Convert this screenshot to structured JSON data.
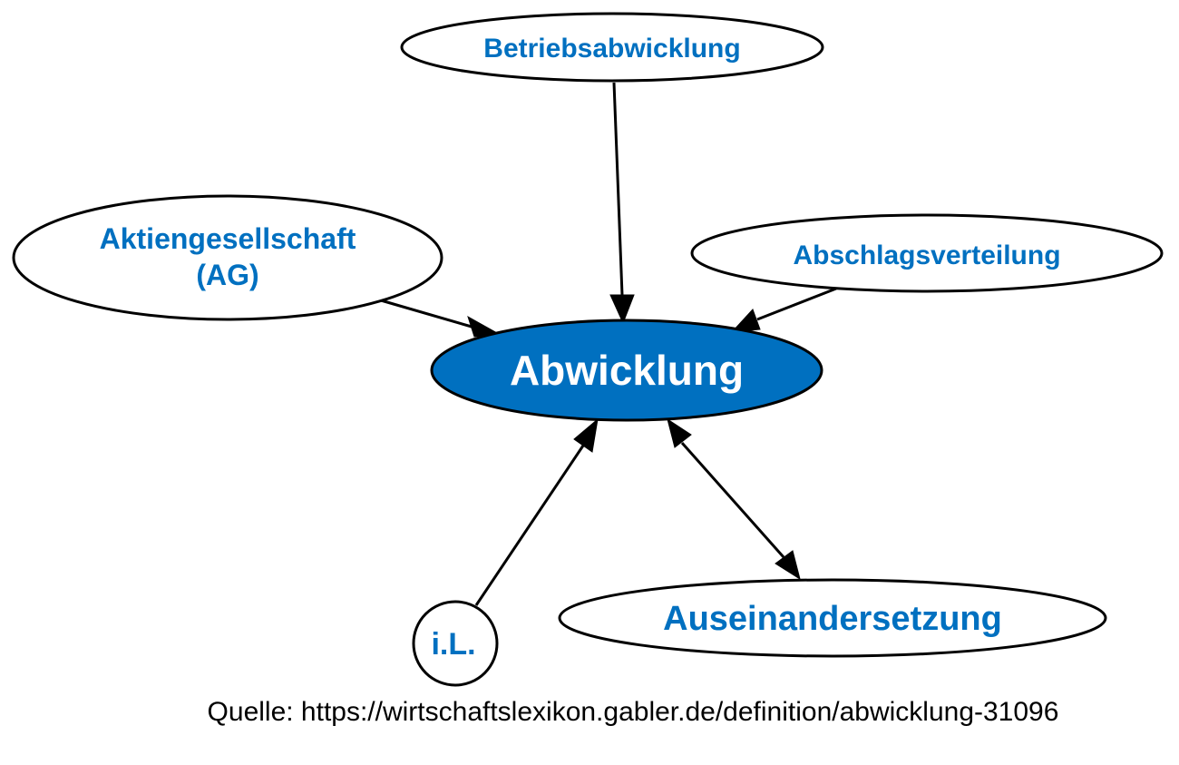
{
  "colors": {
    "accent": "#0070c0",
    "center_text": "#ffffff",
    "stroke": "#000000",
    "background": "#ffffff"
  },
  "nodes": {
    "center": {
      "label": "Abwicklung"
    },
    "betriebsabwicklung": {
      "label": "Betriebsabwicklung"
    },
    "aktiengesellschaft": {
      "line1": "Aktiengesellschaft",
      "line2": "(AG)"
    },
    "abschlagsverteilung": {
      "label": "Abschlagsverteilung"
    },
    "il": {
      "label": "i.L."
    },
    "auseinandersetzung": {
      "label": "Auseinandersetzung"
    }
  },
  "edges": [
    {
      "from": "Betriebsabwicklung",
      "to": "Abwicklung",
      "direction": "forward"
    },
    {
      "from": "Aktiengesellschaft (AG)",
      "to": "Abwicklung",
      "direction": "forward"
    },
    {
      "from": "Abschlagsverteilung",
      "to": "Abwicklung",
      "direction": "forward"
    },
    {
      "from": "i.L.",
      "to": "Abwicklung",
      "direction": "forward"
    },
    {
      "from": "Abwicklung",
      "to": "Auseinandersetzung",
      "direction": "both"
    }
  ],
  "source": "Quelle: https://wirtschaftslexikon.gabler.de/definition/abwicklung-31096"
}
